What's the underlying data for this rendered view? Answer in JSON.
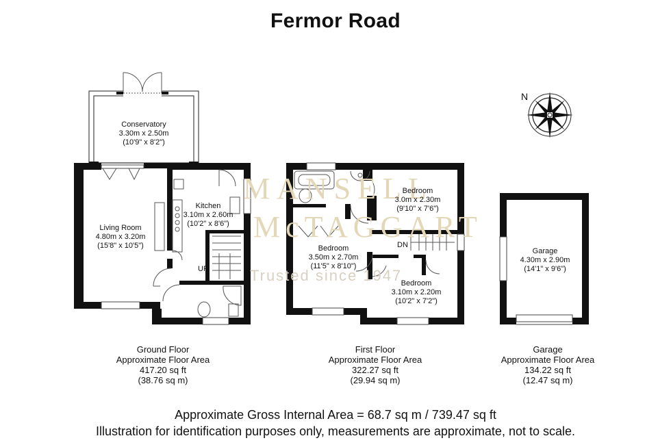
{
  "title": "Fermor Road",
  "watermark": {
    "line1": "MANSELL",
    "line2": "McTAGGART",
    "line3": "Trusted since 1947"
  },
  "compass_label": "N",
  "rooms": {
    "conservatory": [
      "Conservatory",
      "3.30m x 2.50m",
      "(10'9\" x 8'2\")"
    ],
    "living": [
      "Living Room",
      "4.80m x 3.20m",
      "(15'8\" x 10'5\")"
    ],
    "kitchen": [
      "Kitchen",
      "3.10m x 2.60m",
      "(10'2\" x 8'6\")"
    ],
    "bedroom1": [
      "Bedroom",
      "3.0m x 2.30m",
      "(9'10\" x 7'6\")"
    ],
    "bedroom2": [
      "Bedroom",
      "3.50m x 2.70m",
      "(11'5\" x 8'10\")"
    ],
    "bedroom3": [
      "Bedroom",
      "3.10m x 2.20m",
      "(10'2\" x 7'2\")"
    ],
    "garage": [
      "Garage",
      "4.30m x 2.90m",
      "(14'1\" x 9'6\")"
    ]
  },
  "stairs": {
    "up": "UP",
    "down": "DN"
  },
  "floors": {
    "ground": [
      "Ground Floor",
      "Approximate Floor Area",
      "417.20 sq ft",
      "(38.76 sq m)"
    ],
    "first": [
      "First Floor",
      "Approximate Floor Area",
      "322.27 sq ft",
      "(29.94 sq m)"
    ],
    "garage": [
      "Garage",
      "Approximate Floor Area",
      "134.22 sq ft",
      "(12.47 sq m)"
    ]
  },
  "footer": {
    "gross_area": "Approximate Gross Internal Area = 68.7 sq m / 739.47 sq ft",
    "disclaimer": "Illustration for identification purposes only, measurements are approximate, not to scale."
  },
  "colors": {
    "wall": "#111111",
    "fixture": "#555555",
    "watermark": "#e3d7b8"
  }
}
